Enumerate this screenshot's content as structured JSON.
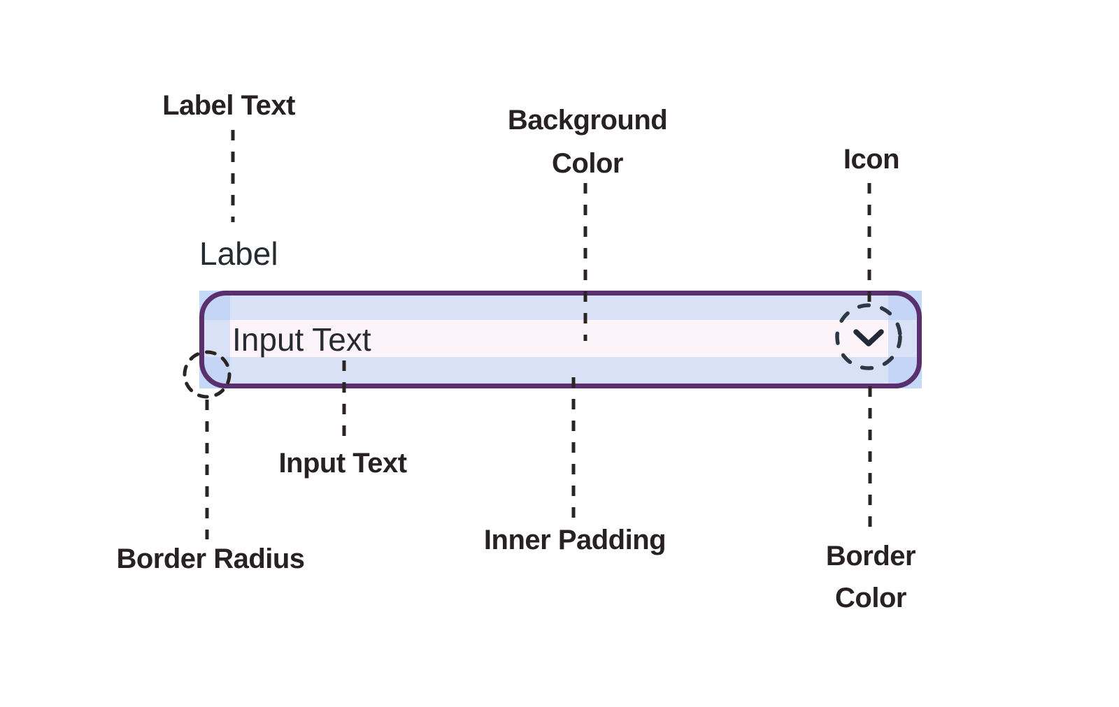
{
  "colors": {
    "accent_border": "#5a2f6d",
    "input_background": "#fdf4fa",
    "highlight_blue": "#a7c6f2",
    "text_dark": "#262b31",
    "annotation_text": "#272123",
    "connector": "#2a2522",
    "circle_dash": "#2e3844",
    "icon_color": "#212a35"
  },
  "input": {
    "label": "Label",
    "value": "Input Text",
    "icon": "chevron-down"
  },
  "annotations": {
    "label_text": "Label Text",
    "background_color": [
      "Background",
      "Color"
    ],
    "icon": "Icon",
    "input_text": "Input Text",
    "inner_padding": "Inner Padding",
    "border_radius": "Border Radius",
    "border_color": [
      "Border",
      "Color"
    ]
  }
}
